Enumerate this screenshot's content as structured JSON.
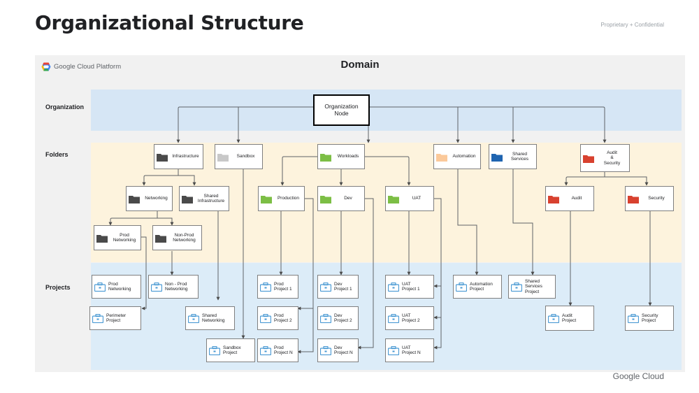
{
  "page": {
    "title": "Organizational Structure",
    "confidential": "Proprietary + Confidential",
    "footer_brand": "Google Cloud"
  },
  "diagram": {
    "domain_title": "Domain",
    "platform_logo_text": "Google Cloud Platform",
    "rows": {
      "organization": "Organization",
      "folders": "Folders",
      "projects": "Projects"
    },
    "org_node": "Organization\nNode",
    "colors": {
      "dark_folder": "#4a4a4a",
      "gray_folder": "#c8c8c8",
      "green_folder": "#7cbe45",
      "peach_folder": "#fbc99a",
      "blue_folder": "#1f64b0",
      "red_folder": "#d8412f",
      "project_icon": "#4a9ad4",
      "org_band": "#d6e6f5",
      "folder_band": "#fdf3dd",
      "project_band": "#dcecf8"
    },
    "folders": {
      "infrastructure": "Infrastructure",
      "sandbox": "Sandbox",
      "workloads": "Workloads",
      "automation": "Automation",
      "shared_services": "Shared\nServices",
      "audit_security": "Audit\n&\nSecurity",
      "networking": "Networking",
      "shared_infrastructure": "Shared\nInfrastructure",
      "production": "Production",
      "dev": "Dev",
      "uat": "UAT",
      "audit": "Audit",
      "security": "Security",
      "prod_networking": "Prod\nNetworking",
      "nonprod_networking": "Non-Prod\nNetworking"
    },
    "projects": {
      "prod_networking": "Prod\nNetworking",
      "perimeter": "Perimeter\nProject",
      "nonprod_networking": "Non - Prod\nNetworking",
      "shared_networking": "Shared\nNetworking",
      "sandbox": "Sandbox\nProject",
      "prod_1": "Prod\nProject 1",
      "prod_2": "Prod\nProject 2",
      "prod_n": "Prod\nProject N",
      "dev_1": "Dev\nProject 1",
      "dev_2": "Dev\nProject 2",
      "dev_n": "Dev\nProject N",
      "uat_1": "UAT\nProject 1",
      "uat_2": "UAT\nProject 2",
      "uat_n": "UAT\nProject N",
      "automation": "Automation\nProject",
      "shared_services": "Shared\nServices\nProject",
      "audit": "Audit\nProject",
      "security": "Security\nProject"
    }
  }
}
